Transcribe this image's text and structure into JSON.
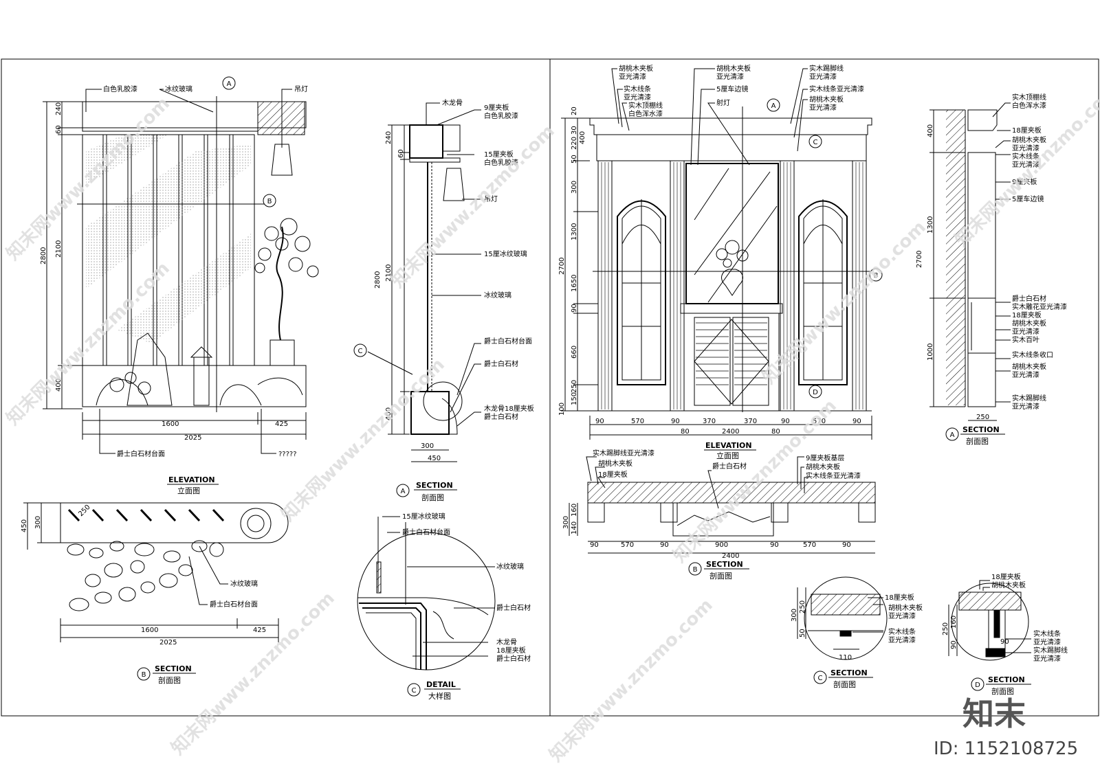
{
  "left_sheet": {
    "elevation": {
      "title_en": "ELEVATION",
      "title_cn": "立面图",
      "labels": {
        "white_latex": "白色乳胶漆",
        "ice_glass": "冰纹玻璃",
        "pendant": "吊灯",
        "jazz_top": "爵士白石材台面",
        "unknown": "?????"
      },
      "dims": {
        "d240": "240",
        "d60": "60",
        "d2800": "2800",
        "d2100": "2100",
        "d400": "400",
        "d1600": "1600",
        "d425": "425",
        "d2025": "2025"
      },
      "tags": {
        "a": "A",
        "b": "B"
      }
    },
    "section_a": {
      "title_en": "SECTION",
      "title_cn": "剖面图",
      "tag": "A",
      "labels": {
        "keel": "木龙骨",
        "ply9": "9厘夹板",
        "white_latex": "白色乳胶漆",
        "ply15": "15厘夹板",
        "white_latex2": "白色乳胶漆",
        "pendant": "吊灯",
        "ice15": "15厘冰纹玻璃",
        "ice": "冰纹玻璃",
        "jazz_top": "爵士白石材台面",
        "jazz": "爵士白石材",
        "keel18": "木龙骨18厘夹板",
        "jazz2": "爵士白石材"
      },
      "dims": {
        "d240": "240",
        "d60": "60",
        "d2800": "2800",
        "d2100": "2100",
        "d400": "400",
        "d300": "300",
        "d450": "450"
      },
      "tag_c": "C"
    },
    "section_b": {
      "title_en": "SECTION",
      "title_cn": "剖面图",
      "tag": "B",
      "labels": {
        "ice": "冰纹玻璃",
        "jazz_top": "爵士白石材台面"
      },
      "dims": {
        "d450": "450",
        "d300": "300",
        "d250": "250",
        "d1600": "1600",
        "d425": "425",
        "d2025": "2025"
      }
    },
    "detail_c": {
      "title_en": "DETAIL",
      "title_cn": "大样图",
      "tag": "C",
      "labels": {
        "ice15": "15厘冰纹玻璃",
        "jazz_top": "爵士白石材台面",
        "ice": "冰纹玻璃",
        "jazz": "爵士白石材",
        "keel": "木龙骨",
        "ply18": "18厘夹板",
        "jazz2": "爵士白石材"
      }
    }
  },
  "right_sheet": {
    "elevation": {
      "title_en": "ELEVATION",
      "title_cn": "立面图",
      "labels": {
        "walnut": "胡桃木夹板",
        "matte": "亚光清漆",
        "solid_line": "实木线条",
        "matte2": "亚光清漆",
        "ceiling_line": "实木顶棚线",
        "white_water": "白色浑水漆",
        "walnut2": "胡桃木夹板",
        "matte3": "亚光清漆",
        "mirror5": "5厘车边镜",
        "spot": "射灯",
        "skirting": "实木踢脚线",
        "matte4": "亚光清漆",
        "solid_line2": "实木线条亚光清漆",
        "walnut3": "胡桃木夹板",
        "matte5": "亚光清漆"
      },
      "dims_v": {
        "d20": "20",
        "d30": "30",
        "d220": "220",
        "d400": "400",
        "d50": "50",
        "d300": "300",
        "d1300": "1300",
        "d2700": "2700",
        "d1650": "1650",
        "d90": "90",
        "d660": "660",
        "d250": "250",
        "d150": "150",
        "d100": "100"
      },
      "dims_h": {
        "a": "90",
        "b": "570",
        "c": "90",
        "d": "370",
        "e": "370",
        "f": "90",
        "g": "570",
        "h": "90",
        "total": "2400",
        "e80a": "80",
        "e80b": "80"
      },
      "tags": {
        "a": "A",
        "b": "B",
        "c": "C",
        "d": "D"
      }
    },
    "section_a": {
      "title_en": "SECTION",
      "title_cn": "剖面图",
      "tag": "A",
      "labels": {
        "ceiling_line": "实木顶棚线",
        "white_water": "白色浑水漆",
        "ply18": "18厘夹板",
        "walnut": "胡桃木夹板",
        "matte": "亚光清漆",
        "solid_line": "实木线条",
        "matte2": "亚光清漆",
        "ply9": "9厘夹板",
        "mirror5": "5厘车边镜",
        "jazz": "爵士白石材",
        "carve": "实木雕花亚光清漆",
        "ply18b": "18厘夹板",
        "walnut2": "胡桃木夹板",
        "matte3": "亚光清漆",
        "louver": "实木百叶",
        "edge": "实木线条收口",
        "walnut3": "胡桃木夹板",
        "matte4": "亚光清漆",
        "skirting": "实木踢脚线",
        "matte5": "亚光清漆"
      },
      "dims": {
        "d400": "400",
        "d1300": "1300",
        "d2700": "2700",
        "d1000": "1000",
        "d250": "250"
      }
    },
    "section_b": {
      "title_en": "SECTION",
      "title_cn": "剖面图",
      "tag": "B",
      "labels": {
        "skirting": "实木踢脚线亚光清漆",
        "walnut": "胡桃木夹板",
        "ply18": "18厘夹板",
        "jazz": "爵士白石材",
        "ply9base": "9厘夹板基层",
        "walnut2": "胡桃木夹板",
        "solid_line": "实木线条亚光清漆"
      },
      "dims": {
        "d300": "300",
        "d160": "160",
        "d140": "140",
        "a": "90",
        "b": "570",
        "c": "90",
        "d": "900",
        "e": "90",
        "f": "570",
        "g": "90",
        "total": "2400"
      }
    },
    "section_c": {
      "title_en": "SECTION",
      "title_cn": "剖面图",
      "tag": "C",
      "labels": {
        "ply18": "18厘夹板",
        "walnut": "胡桃木夹板",
        "matte": "亚光清漆",
        "solid_line": "实木线条",
        "matte2": "亚光清漆"
      },
      "dims": {
        "d300": "300",
        "d250": "250",
        "d50": "50",
        "d110": "110"
      }
    },
    "section_d": {
      "title_en": "SECTION",
      "title_cn": "剖面图",
      "tag": "D",
      "labels": {
        "ply18": "18厘夹板",
        "walnut": "胡桃木夹板",
        "solid_line": "实木线条",
        "matte": "亚光清漆",
        "skirting": "实木踢脚线",
        "matte2": "亚光清漆"
      },
      "dims": {
        "d250": "250",
        "d160": "160",
        "d90": "90",
        "d90b": "90"
      }
    }
  },
  "watermark": {
    "text": "知末网www.znzmo.com",
    "logo": "知末",
    "id": "ID: 1152108725"
  }
}
